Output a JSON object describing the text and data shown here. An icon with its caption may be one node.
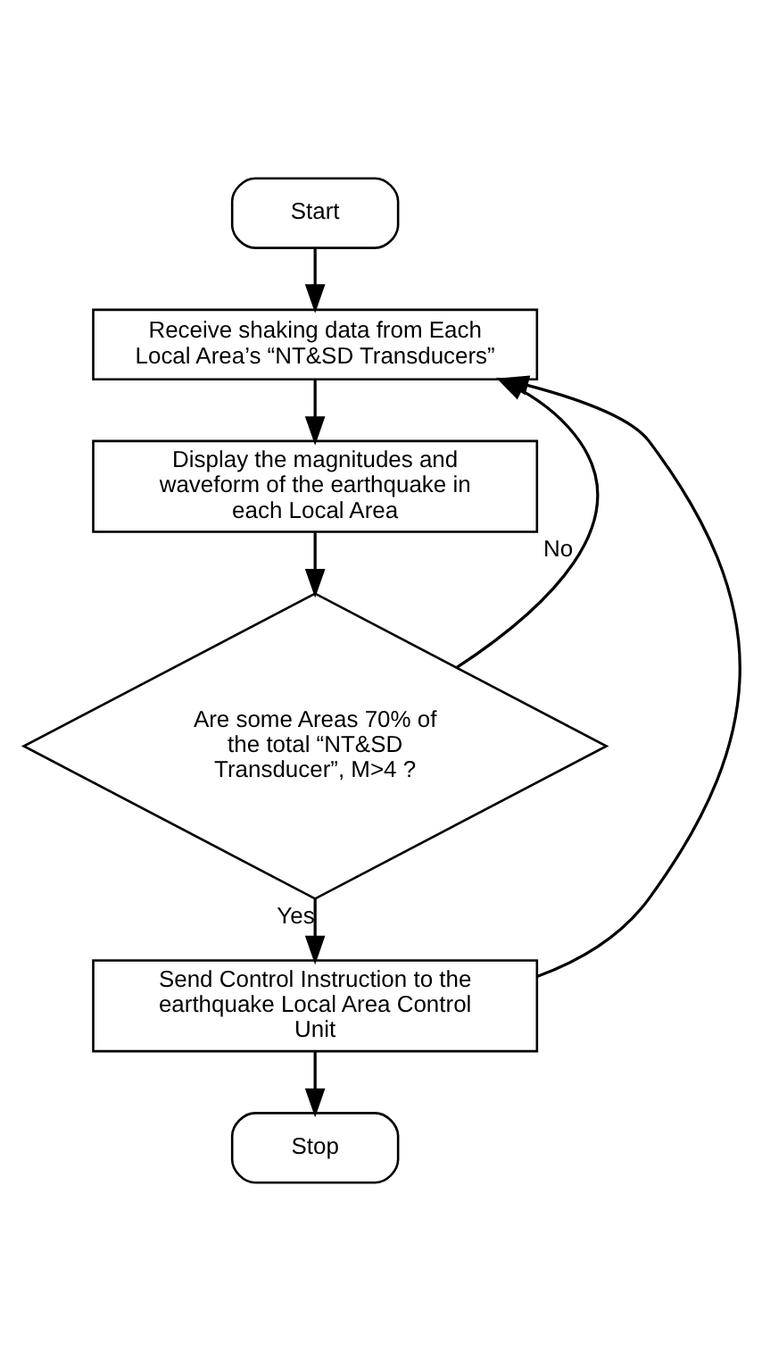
{
  "diagram": {
    "nodes": [
      {
        "text": [
          "Start"
        ]
      },
      {
        "text": [
          "Receive shaking data from Each Local Area’s “NT&SD Transducers”"
        ]
      },
      {
        "text": [
          "Display the magnitudes and waveform of the earthquake in each Local Area"
        ]
      },
      {
        "text": [
          "Are some Areas 70% of the total “NT&SD Transducer”, M>4 ?"
        ]
      },
      {
        "text": [
          "Send Control Instruction to the earthquake Local Area Control Unit"
        ]
      },
      {
        "text": [
          "Stop"
        ]
      }
    ],
    "edges": [
      {
        "from": 0,
        "to": 1,
        "arrow": "to"
      },
      {
        "from": 1,
        "to": 2,
        "arrow": "to"
      },
      {
        "from": 2,
        "to": 3,
        "arrow": "to"
      },
      {
        "from": 3,
        "to": 4,
        "arrow": "to",
        "label": "Yes"
      },
      {
        "from": 3,
        "to": 1,
        "arrow": "to",
        "label": "No"
      },
      {
        "from": 4,
        "to": 1,
        "arrow": "to"
      },
      {
        "from": 4,
        "to": 5,
        "arrow": "to"
      }
    ]
  }
}
